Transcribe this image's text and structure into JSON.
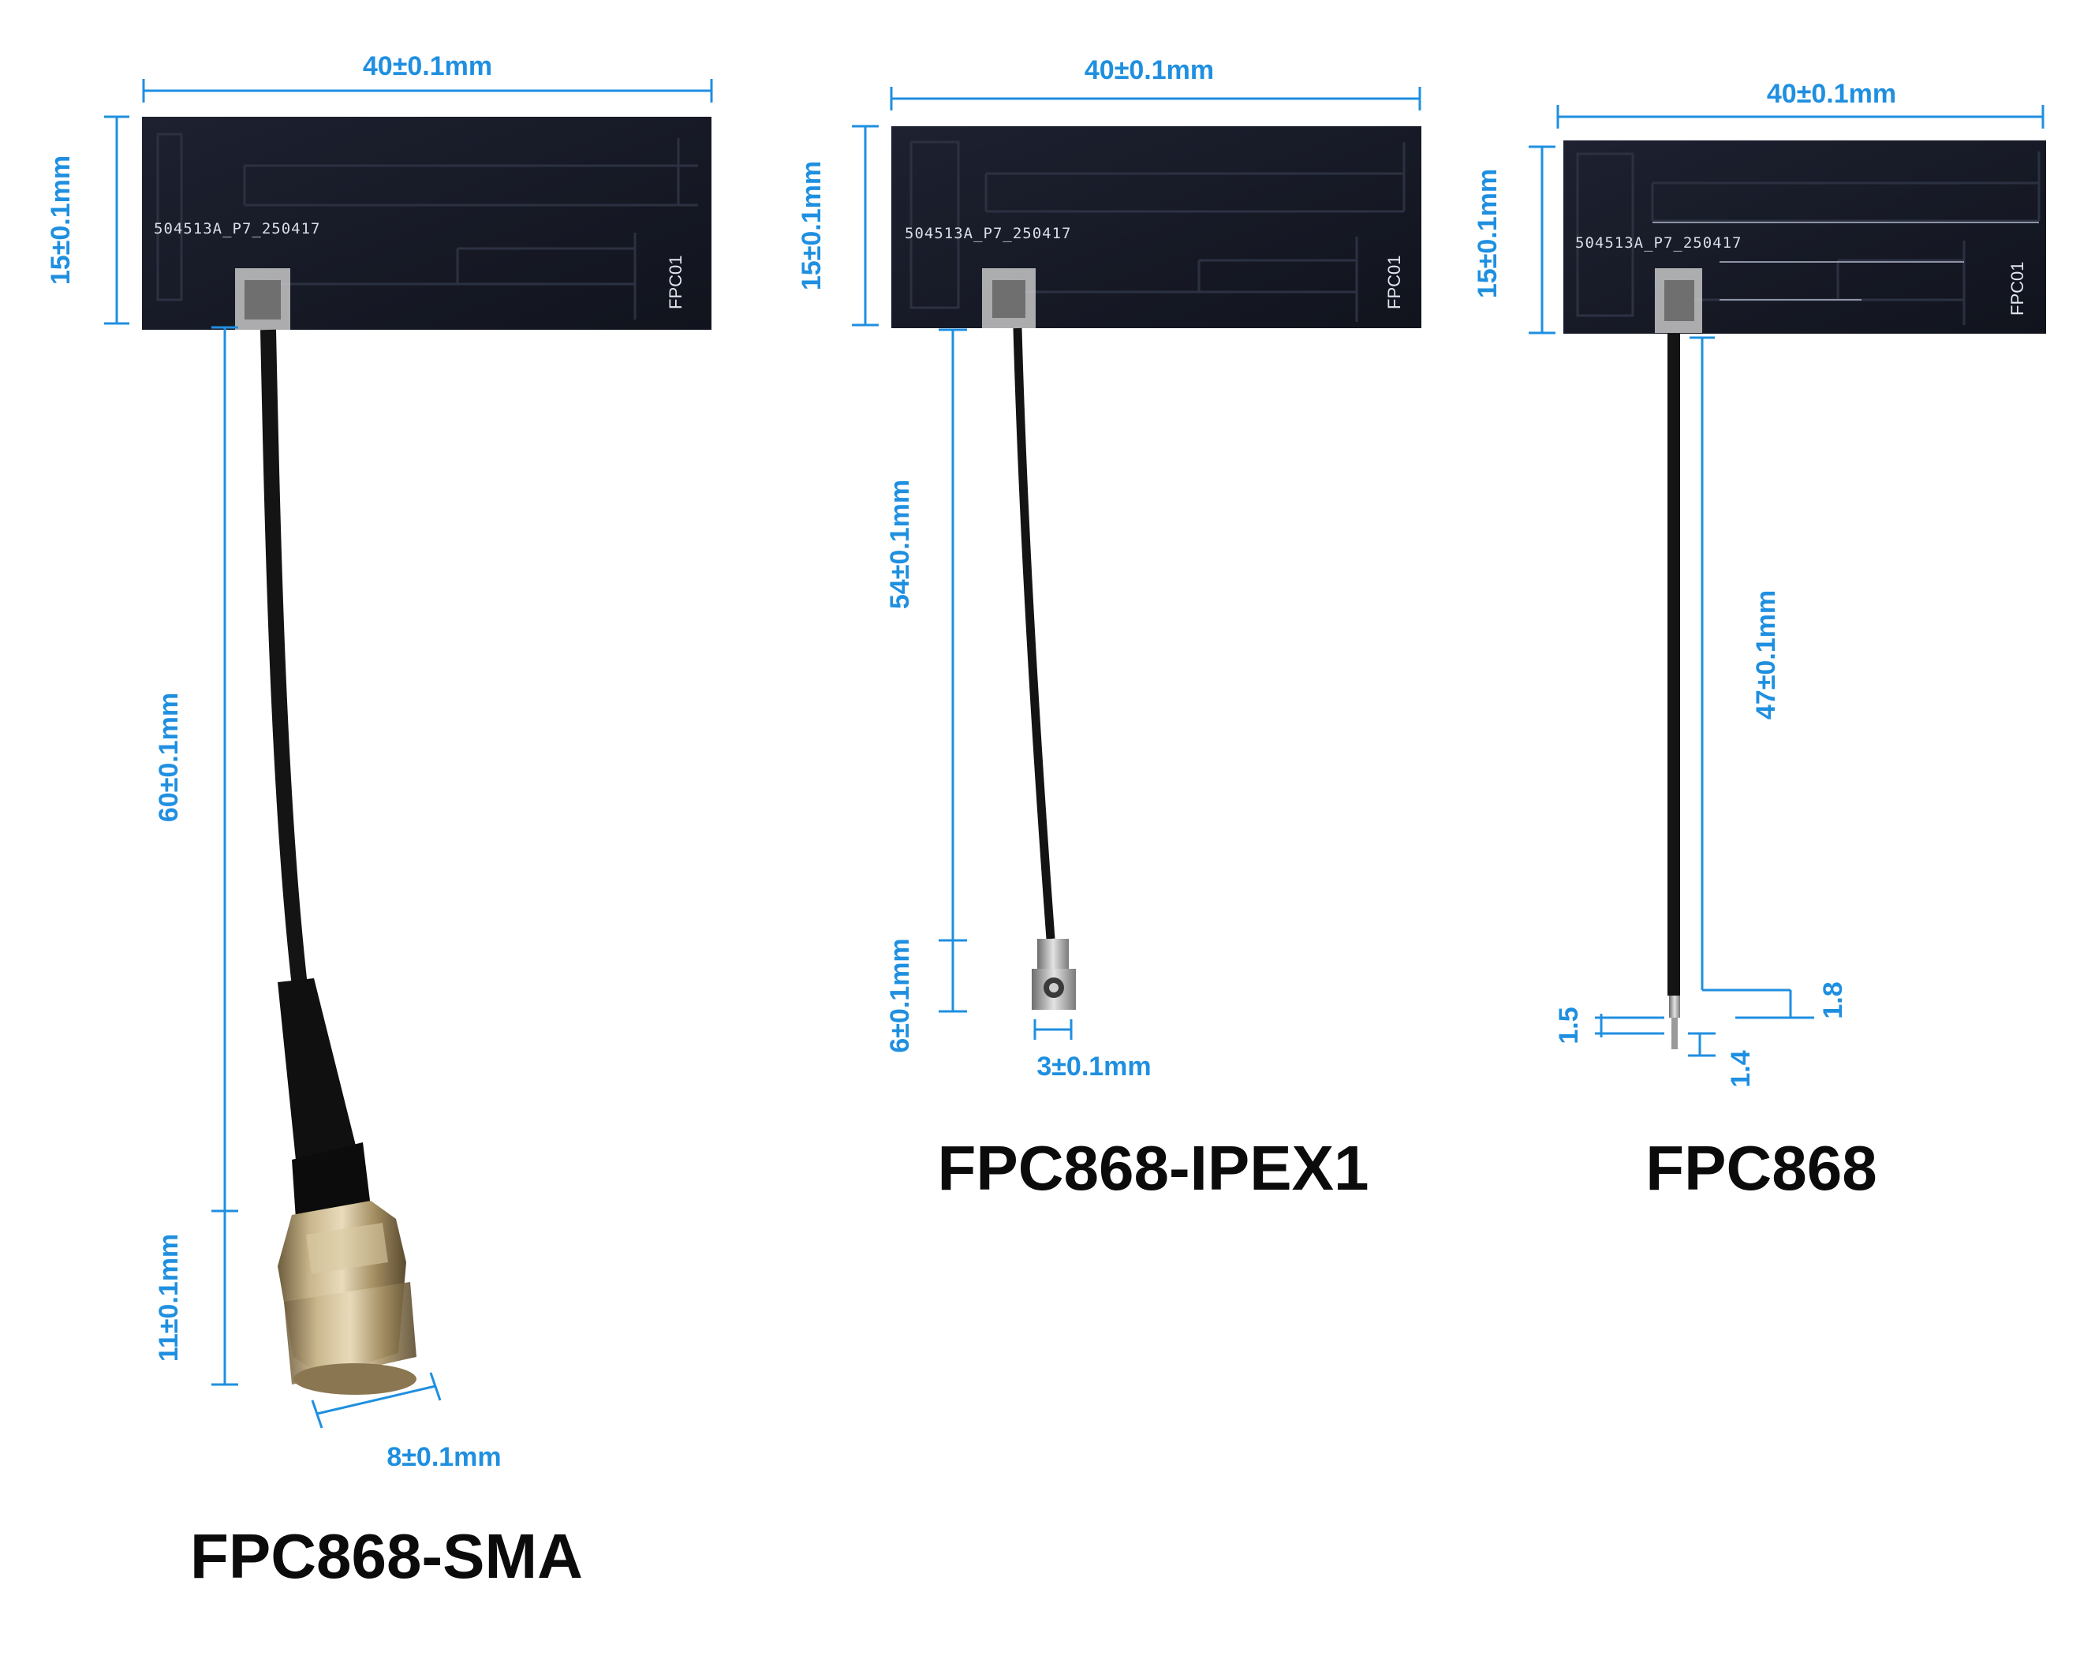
{
  "colors": {
    "dimension": "#1f8fe0",
    "antenna_board": "#181c27",
    "cable": "#141414",
    "connector": "#b5a078",
    "title": "#0b0b0b"
  },
  "products": [
    {
      "title": "FPC868-SMA",
      "board_marking": "504513A_P7_250417",
      "board_label": "FPC01",
      "dims": {
        "width": "40±0.1mm",
        "height": "15±0.1mm",
        "cable": "60±0.1mm",
        "connector_len": "11±0.1mm",
        "connector_dia": "8±0.1mm"
      }
    },
    {
      "title": "FPC868-IPEX1",
      "board_marking": "504513A_P7_250417",
      "board_label": "FPC01",
      "dims": {
        "width": "40±0.1mm",
        "height": "15±0.1mm",
        "cable": "54±0.1mm",
        "connector_len": "6±0.1mm",
        "connector_w": "3±0.1mm"
      }
    },
    {
      "title": "FPC868",
      "board_marking": "504513A_P7_250417",
      "board_label": "FPC01",
      "dims": {
        "width": "40±0.1mm",
        "height": "15±0.1mm",
        "cable": "47±0.1mm",
        "strip_a": "1.8",
        "strip_b": "1.5",
        "strip_c": "1.4"
      }
    }
  ]
}
